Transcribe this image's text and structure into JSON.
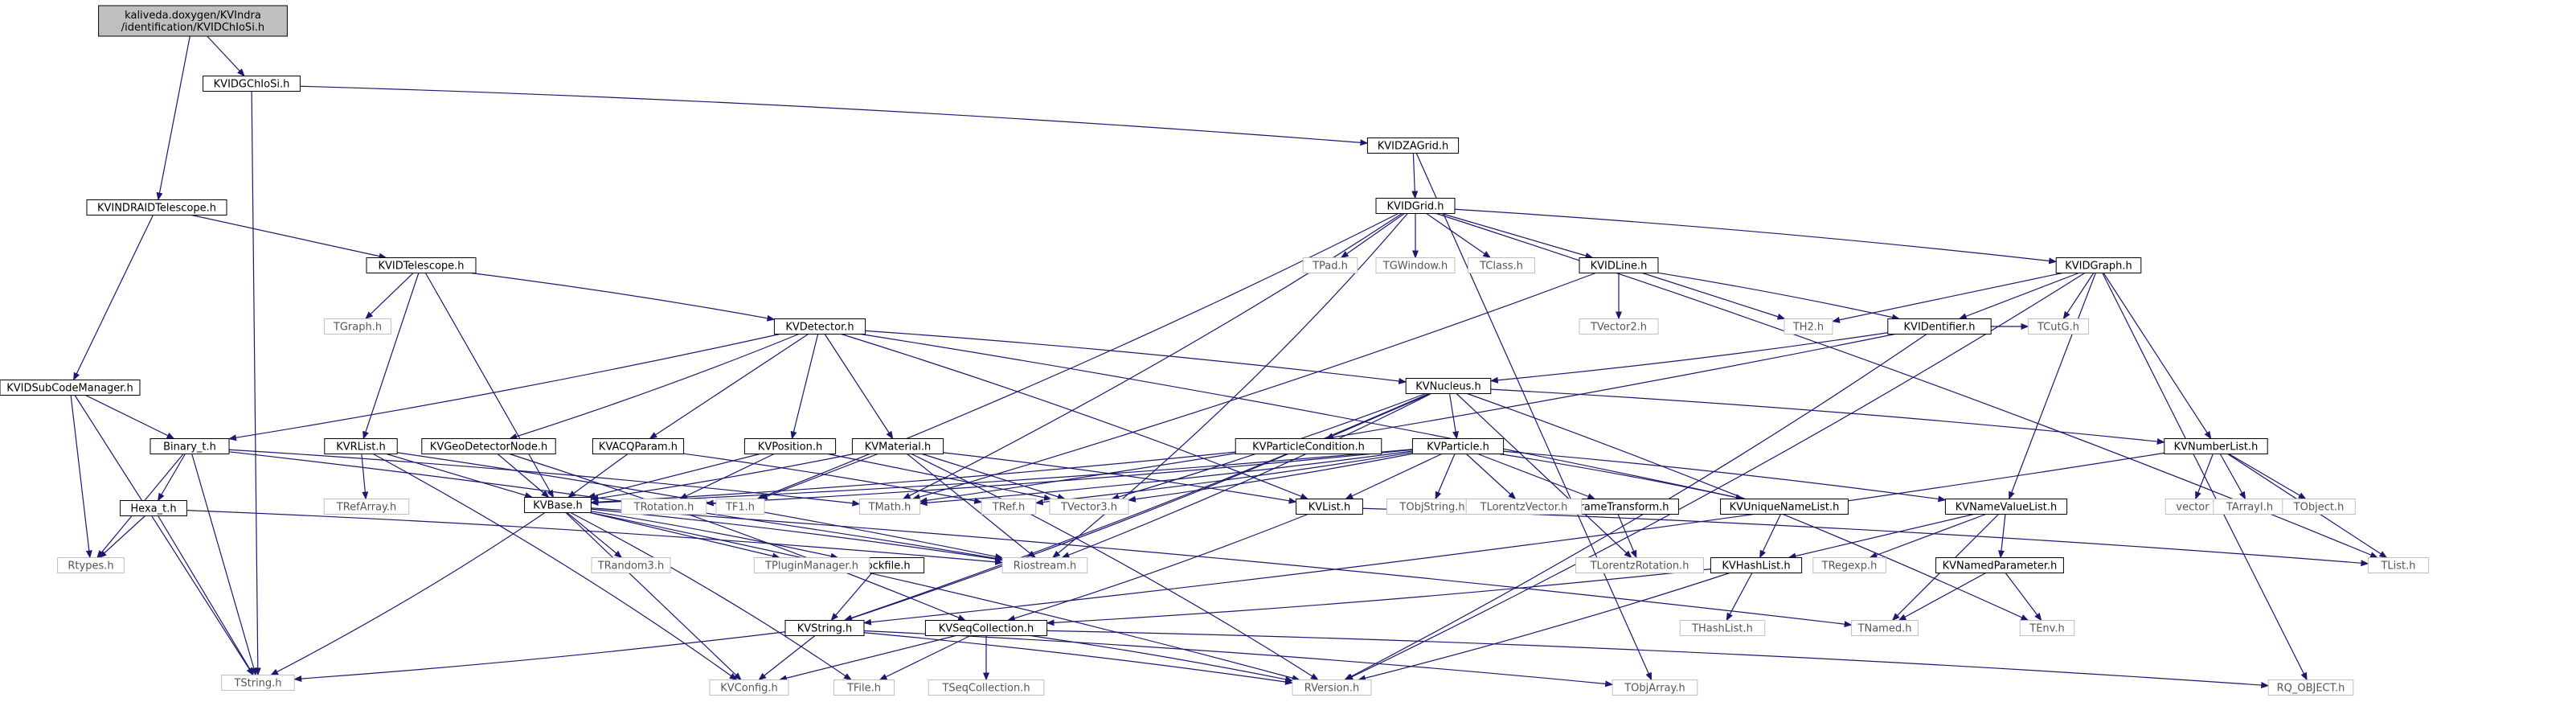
{
  "nodes": [
    {
      "id": "root",
      "lines": [
        "kaliveda.doxygen/KVIndra",
        "/identification/KVIDChIoSi.h"
      ],
      "style": "root"
    },
    {
      "id": "KVIDGChIoSi",
      "lines": [
        "KVIDGChIoSi.h"
      ],
      "style": "boxed"
    },
    {
      "id": "KVIDZAGrid",
      "lines": [
        "KVIDZAGrid.h"
      ],
      "style": "boxed"
    },
    {
      "id": "KVIDGrid",
      "lines": [
        "KVIDGrid.h"
      ],
      "style": "boxed"
    },
    {
      "id": "KVINDRAIDTelescope",
      "lines": [
        "KVINDRAIDTelescope.h"
      ],
      "style": "boxed"
    },
    {
      "id": "KVIDTelescope",
      "lines": [
        "KVIDTelescope.h"
      ],
      "style": "boxed"
    },
    {
      "id": "KVIDSubCodeManager",
      "lines": [
        "KVIDSubCodeManager.h"
      ],
      "style": "boxed"
    },
    {
      "id": "KVIDLine",
      "lines": [
        "KVIDLine.h"
      ],
      "style": "boxed"
    },
    {
      "id": "KVIDGraph",
      "lines": [
        "KVIDGraph.h"
      ],
      "style": "boxed"
    },
    {
      "id": "KVIDentifier",
      "lines": [
        "KVIDentifier.h"
      ],
      "style": "boxed"
    },
    {
      "id": "KVDetector",
      "lines": [
        "KVDetector.h"
      ],
      "style": "boxed"
    },
    {
      "id": "KVNucleus",
      "lines": [
        "KVNucleus.h"
      ],
      "style": "boxed"
    },
    {
      "id": "KVNumberList",
      "lines": [
        "KVNumberList.h"
      ],
      "style": "boxed"
    },
    {
      "id": "Binary_t",
      "lines": [
        "Binary_t.h"
      ],
      "style": "boxed"
    },
    {
      "id": "KVRList",
      "lines": [
        "KVRList.h"
      ],
      "style": "boxed"
    },
    {
      "id": "KVGeoDetectorNode",
      "lines": [
        "KVGeoDetectorNode.h"
      ],
      "style": "boxed"
    },
    {
      "id": "KVACQParam",
      "lines": [
        "KVACQParam.h"
      ],
      "style": "boxed"
    },
    {
      "id": "KVPosition",
      "lines": [
        "KVPosition.h"
      ],
      "style": "boxed"
    },
    {
      "id": "KVMaterial",
      "lines": [
        "KVMaterial.h"
      ],
      "style": "boxed"
    },
    {
      "id": "KVParticleCondition",
      "lines": [
        "KVParticleCondition.h"
      ],
      "style": "boxed"
    },
    {
      "id": "KVParticle",
      "lines": [
        "KVParticle.h"
      ],
      "style": "boxed"
    },
    {
      "id": "Hexa_t",
      "lines": [
        "Hexa_t.h"
      ],
      "style": "boxed"
    },
    {
      "id": "KVBase",
      "lines": [
        "KVBase.h"
      ],
      "style": "boxed"
    },
    {
      "id": "KVList",
      "lines": [
        "KVList.h"
      ],
      "style": "boxed"
    },
    {
      "id": "KVFrameTransform",
      "lines": [
        "KVFrameTransform.h"
      ],
      "style": "boxed"
    },
    {
      "id": "KVUniqueNameList",
      "lines": [
        "KVUniqueNameList.h"
      ],
      "style": "boxed"
    },
    {
      "id": "KVNameValueList",
      "lines": [
        "KVNameValueList.h"
      ],
      "style": "boxed"
    },
    {
      "id": "KVLockfile",
      "lines": [
        "KVLockfile.h"
      ],
      "style": "boxed"
    },
    {
      "id": "KVHashList",
      "lines": [
        "KVHashList.h"
      ],
      "style": "boxed"
    },
    {
      "id": "KVNamedParameter",
      "lines": [
        "KVNamedParameter.h"
      ],
      "style": "boxed"
    },
    {
      "id": "KVString",
      "lines": [
        "KVString.h"
      ],
      "style": "boxed"
    },
    {
      "id": "KVSeqCollection",
      "lines": [
        "KVSeqCollection.h"
      ],
      "style": "boxed"
    },
    {
      "id": "TString",
      "lines": [
        "TString.h"
      ],
      "style": "ext"
    },
    {
      "id": "TPad",
      "lines": [
        "TPad.h"
      ],
      "style": "ext"
    },
    {
      "id": "TGWindow",
      "lines": [
        "TGWindow.h"
      ],
      "style": "ext"
    },
    {
      "id": "TClass",
      "lines": [
        "TClass.h"
      ],
      "style": "ext"
    },
    {
      "id": "TGraph",
      "lines": [
        "TGraph.h"
      ],
      "style": "ext"
    },
    {
      "id": "TVector2",
      "lines": [
        "TVector2.h"
      ],
      "style": "ext"
    },
    {
      "id": "TH2",
      "lines": [
        "TH2.h"
      ],
      "style": "ext"
    },
    {
      "id": "TCutG",
      "lines": [
        "TCutG.h"
      ],
      "style": "ext"
    },
    {
      "id": "TRefArray",
      "lines": [
        "TRefArray.h"
      ],
      "style": "ext"
    },
    {
      "id": "TRotation",
      "lines": [
        "TRotation.h"
      ],
      "style": "ext"
    },
    {
      "id": "TF1",
      "lines": [
        "TF1.h"
      ],
      "style": "ext"
    },
    {
      "id": "TMath",
      "lines": [
        "TMath.h"
      ],
      "style": "ext"
    },
    {
      "id": "TRef",
      "lines": [
        "TRef.h"
      ],
      "style": "ext"
    },
    {
      "id": "TVector3",
      "lines": [
        "TVector3.h"
      ],
      "style": "ext"
    },
    {
      "id": "TObjString",
      "lines": [
        "TObjString.h"
      ],
      "style": "ext"
    },
    {
      "id": "TLorentzVector",
      "lines": [
        "TLorentzVector.h"
      ],
      "style": "ext"
    },
    {
      "id": "vector",
      "lines": [
        "vector"
      ],
      "style": "ext"
    },
    {
      "id": "TArrayI",
      "lines": [
        "TArrayI.h"
      ],
      "style": "ext"
    },
    {
      "id": "TObject",
      "lines": [
        "TObject.h"
      ],
      "style": "ext"
    },
    {
      "id": "TList",
      "lines": [
        "TList.h"
      ],
      "style": "ext"
    },
    {
      "id": "Rtypes",
      "lines": [
        "Rtypes.h"
      ],
      "style": "ext"
    },
    {
      "id": "TRandom3",
      "lines": [
        "TRandom3.h"
      ],
      "style": "ext"
    },
    {
      "id": "TPluginManager",
      "lines": [
        "TPluginManager.h"
      ],
      "style": "ext"
    },
    {
      "id": "Riostream",
      "lines": [
        "Riostream.h"
      ],
      "style": "ext"
    },
    {
      "id": "TLorentzRotation",
      "lines": [
        "TLorentzRotation.h"
      ],
      "style": "ext"
    },
    {
      "id": "TRegexp",
      "lines": [
        "TRegexp.h"
      ],
      "style": "ext"
    },
    {
      "id": "THashList",
      "lines": [
        "THashList.h"
      ],
      "style": "ext"
    },
    {
      "id": "TNamed",
      "lines": [
        "TNamed.h"
      ],
      "style": "ext"
    },
    {
      "id": "TEnv",
      "lines": [
        "TEnv.h"
      ],
      "style": "ext"
    },
    {
      "id": "KVConfig",
      "lines": [
        "KVConfig.h"
      ],
      "style": "ext"
    },
    {
      "id": "TFile",
      "lines": [
        "TFile.h"
      ],
      "style": "ext"
    },
    {
      "id": "TSeqCollection",
      "lines": [
        "TSeqCollection.h"
      ],
      "style": "ext"
    },
    {
      "id": "RVersion",
      "lines": [
        "RVersion.h"
      ],
      "style": "ext"
    },
    {
      "id": "TObjArray",
      "lines": [
        "TObjArray.h"
      ],
      "style": "ext"
    },
    {
      "id": "RQ_OBJECT",
      "lines": [
        "RQ_OBJECT.h"
      ],
      "style": "ext"
    }
  ],
  "edges": [
    [
      "root",
      "KVIDGChIoSi"
    ],
    [
      "root",
      "KVINDRAIDTelescope"
    ],
    [
      "KVIDGChIoSi",
      "KVIDZAGrid"
    ],
    [
      "KVIDGChIoSi",
      "TString"
    ],
    [
      "KVIDZAGrid",
      "KVIDGrid"
    ],
    [
      "KVIDZAGrid",
      "TObjArray"
    ],
    [
      "KVIDGrid",
      "TPad"
    ],
    [
      "KVIDGrid",
      "TGWindow"
    ],
    [
      "KVIDGrid",
      "TClass"
    ],
    [
      "KVIDGrid",
      "KVIDLine"
    ],
    [
      "KVIDGrid",
      "KVIDGraph"
    ],
    [
      "KVIDGrid",
      "TMath"
    ],
    [
      "KVIDGrid",
      "TF1"
    ],
    [
      "KVIDGrid",
      "Riostream"
    ],
    [
      "KVIDGrid",
      "TList"
    ],
    [
      "KVINDRAIDTelescope",
      "KVIDTelescope"
    ],
    [
      "KVINDRAIDTelescope",
      "KVIDSubCodeManager"
    ],
    [
      "KVIDTelescope",
      "TGraph"
    ],
    [
      "KVIDTelescope",
      "KVDetector"
    ],
    [
      "KVIDTelescope",
      "KVRList"
    ],
    [
      "KVIDTelescope",
      "KVBase"
    ],
    [
      "KVIDSubCodeManager",
      "Binary_t"
    ],
    [
      "KVIDSubCodeManager",
      "Rtypes"
    ],
    [
      "KVIDSubCodeManager",
      "TString"
    ],
    [
      "KVIDLine",
      "TVector2"
    ],
    [
      "KVIDLine",
      "TH2"
    ],
    [
      "KVIDLine",
      "KVIDentifier"
    ],
    [
      "KVIDLine",
      "TMath"
    ],
    [
      "KVIDGraph",
      "TH2"
    ],
    [
      "KVIDGraph",
      "KVIDentifier"
    ],
    [
      "KVIDGraph",
      "TCutG"
    ],
    [
      "KVIDGraph",
      "KVNumberList"
    ],
    [
      "KVIDGraph",
      "KVNameValueList"
    ],
    [
      "KVIDGraph",
      "RVersion"
    ],
    [
      "KVIDGraph",
      "RQ_OBJECT"
    ],
    [
      "KVIDentifier",
      "TCutG"
    ],
    [
      "KVIDentifier",
      "KVNucleus"
    ],
    [
      "KVIDentifier",
      "RVersion"
    ],
    [
      "KVIDentifier",
      "TMath"
    ],
    [
      "KVDetector",
      "Binary_t"
    ],
    [
      "KVDetector",
      "KVGeoDetectorNode"
    ],
    [
      "KVDetector",
      "KVACQParam"
    ],
    [
      "KVDetector",
      "KVPosition"
    ],
    [
      "KVDetector",
      "KVMaterial"
    ],
    [
      "KVDetector",
      "KVNucleus"
    ],
    [
      "KVDetector",
      "KVList"
    ],
    [
      "KVDetector",
      "KVUniqueNameList"
    ],
    [
      "KVNucleus",
      "KVParticleCondition"
    ],
    [
      "KVNucleus",
      "KVParticle"
    ],
    [
      "KVNucleus",
      "KVNumberList"
    ],
    [
      "KVNucleus",
      "TVector3"
    ],
    [
      "KVNucleus",
      "Riostream"
    ],
    [
      "KVNucleus",
      "TLorentzRotation"
    ],
    [
      "KVNucleus",
      "TEnv"
    ],
    [
      "KVNucleus",
      "KVString"
    ],
    [
      "KVNumberList",
      "vector"
    ],
    [
      "KVNumberList",
      "TArrayI"
    ],
    [
      "KVNumberList",
      "TObject"
    ],
    [
      "KVNumberList",
      "TList"
    ],
    [
      "KVNumberList",
      "KVString"
    ],
    [
      "Binary_t",
      "Hexa_t"
    ],
    [
      "Binary_t",
      "Rtypes"
    ],
    [
      "Binary_t",
      "TString"
    ],
    [
      "Binary_t",
      "TMath"
    ],
    [
      "Binary_t",
      "Riostream"
    ],
    [
      "KVRList",
      "TRefArray"
    ],
    [
      "KVRList",
      "KVBase"
    ],
    [
      "KVRList",
      "KVConfig"
    ],
    [
      "KVRList",
      "Riostream"
    ],
    [
      "KVGeoDetectorNode",
      "KVBase"
    ],
    [
      "KVGeoDetectorNode",
      "KVSeqCollection"
    ],
    [
      "KVACQParam",
      "KVBase"
    ],
    [
      "KVACQParam",
      "TRef"
    ],
    [
      "KVPosition",
      "TVector3"
    ],
    [
      "KVPosition",
      "TRotation"
    ],
    [
      "KVPosition",
      "KVBase"
    ],
    [
      "KVMaterial",
      "KVBase"
    ],
    [
      "KVMaterial",
      "TF1"
    ],
    [
      "KVMaterial",
      "KVList"
    ],
    [
      "KVMaterial",
      "Riostream"
    ],
    [
      "KVMaterial",
      "RVersion"
    ],
    [
      "KVMaterial",
      "TVector3"
    ],
    [
      "KVParticleCondition",
      "KVBase"
    ],
    [
      "KVParticleCondition",
      "KVString"
    ],
    [
      "KVParticle",
      "TMath"
    ],
    [
      "KVParticle",
      "TRef"
    ],
    [
      "KVParticle",
      "TVector3"
    ],
    [
      "KVParticle",
      "TObjString"
    ],
    [
      "KVParticle",
      "TLorentzVector"
    ],
    [
      "KVParticle",
      "KVFrameTransform"
    ],
    [
      "KVParticle",
      "KVUniqueNameList"
    ],
    [
      "KVParticle",
      "KVNameValueList"
    ],
    [
      "KVParticle",
      "KVList"
    ],
    [
      "KVParticle",
      "KVBase"
    ],
    [
      "KVParticle",
      "TRotation"
    ],
    [
      "Hexa_t",
      "Rtypes"
    ],
    [
      "Hexa_t",
      "TString"
    ],
    [
      "Hexa_t",
      "Riostream"
    ],
    [
      "KVBase",
      "TRandom3"
    ],
    [
      "KVBase",
      "TPluginManager"
    ],
    [
      "KVBase",
      "KVLockfile"
    ],
    [
      "KVBase",
      "Riostream"
    ],
    [
      "KVBase",
      "KVConfig"
    ],
    [
      "KVBase",
      "TFile"
    ],
    [
      "KVBase",
      "TString"
    ],
    [
      "KVBase",
      "RVersion"
    ],
    [
      "KVBase",
      "TNamed"
    ],
    [
      "KVList",
      "KVSeqCollection"
    ],
    [
      "KVList",
      "TList"
    ],
    [
      "KVFrameTransform",
      "TLorentzRotation"
    ],
    [
      "KVUniqueNameList",
      "KVHashList"
    ],
    [
      "KVNameValueList",
      "KVHashList"
    ],
    [
      "KVNameValueList",
      "KVNamedParameter"
    ],
    [
      "KVNameValueList",
      "TRegexp"
    ],
    [
      "KVNameValueList",
      "TNamed"
    ],
    [
      "KVLockfile",
      "KVString"
    ],
    [
      "KVHashList",
      "THashList"
    ],
    [
      "KVHashList",
      "KVSeqCollection"
    ],
    [
      "KVHashList",
      "RVersion"
    ],
    [
      "KVNamedParameter",
      "TNamed"
    ],
    [
      "KVNamedParameter",
      "TEnv"
    ],
    [
      "KVString",
      "TString"
    ],
    [
      "KVString",
      "KVConfig"
    ],
    [
      "KVString",
      "RVersion"
    ],
    [
      "KVString",
      "TObjArray"
    ],
    [
      "KVSeqCollection",
      "KVConfig"
    ],
    [
      "KVSeqCollection",
      "TFile"
    ],
    [
      "KVSeqCollection",
      "TSeqCollection"
    ],
    [
      "KVSeqCollection",
      "RVersion"
    ],
    [
      "KVSeqCollection",
      "RQ_OBJECT"
    ]
  ],
  "colors": {
    "edge": "#191970",
    "box_border": "#000000",
    "ext_border": "#bfbfbf",
    "ext_text": "#555555",
    "text": "#000000",
    "root_fill": "#bfbfbf",
    "fill": "#ffffff"
  }
}
